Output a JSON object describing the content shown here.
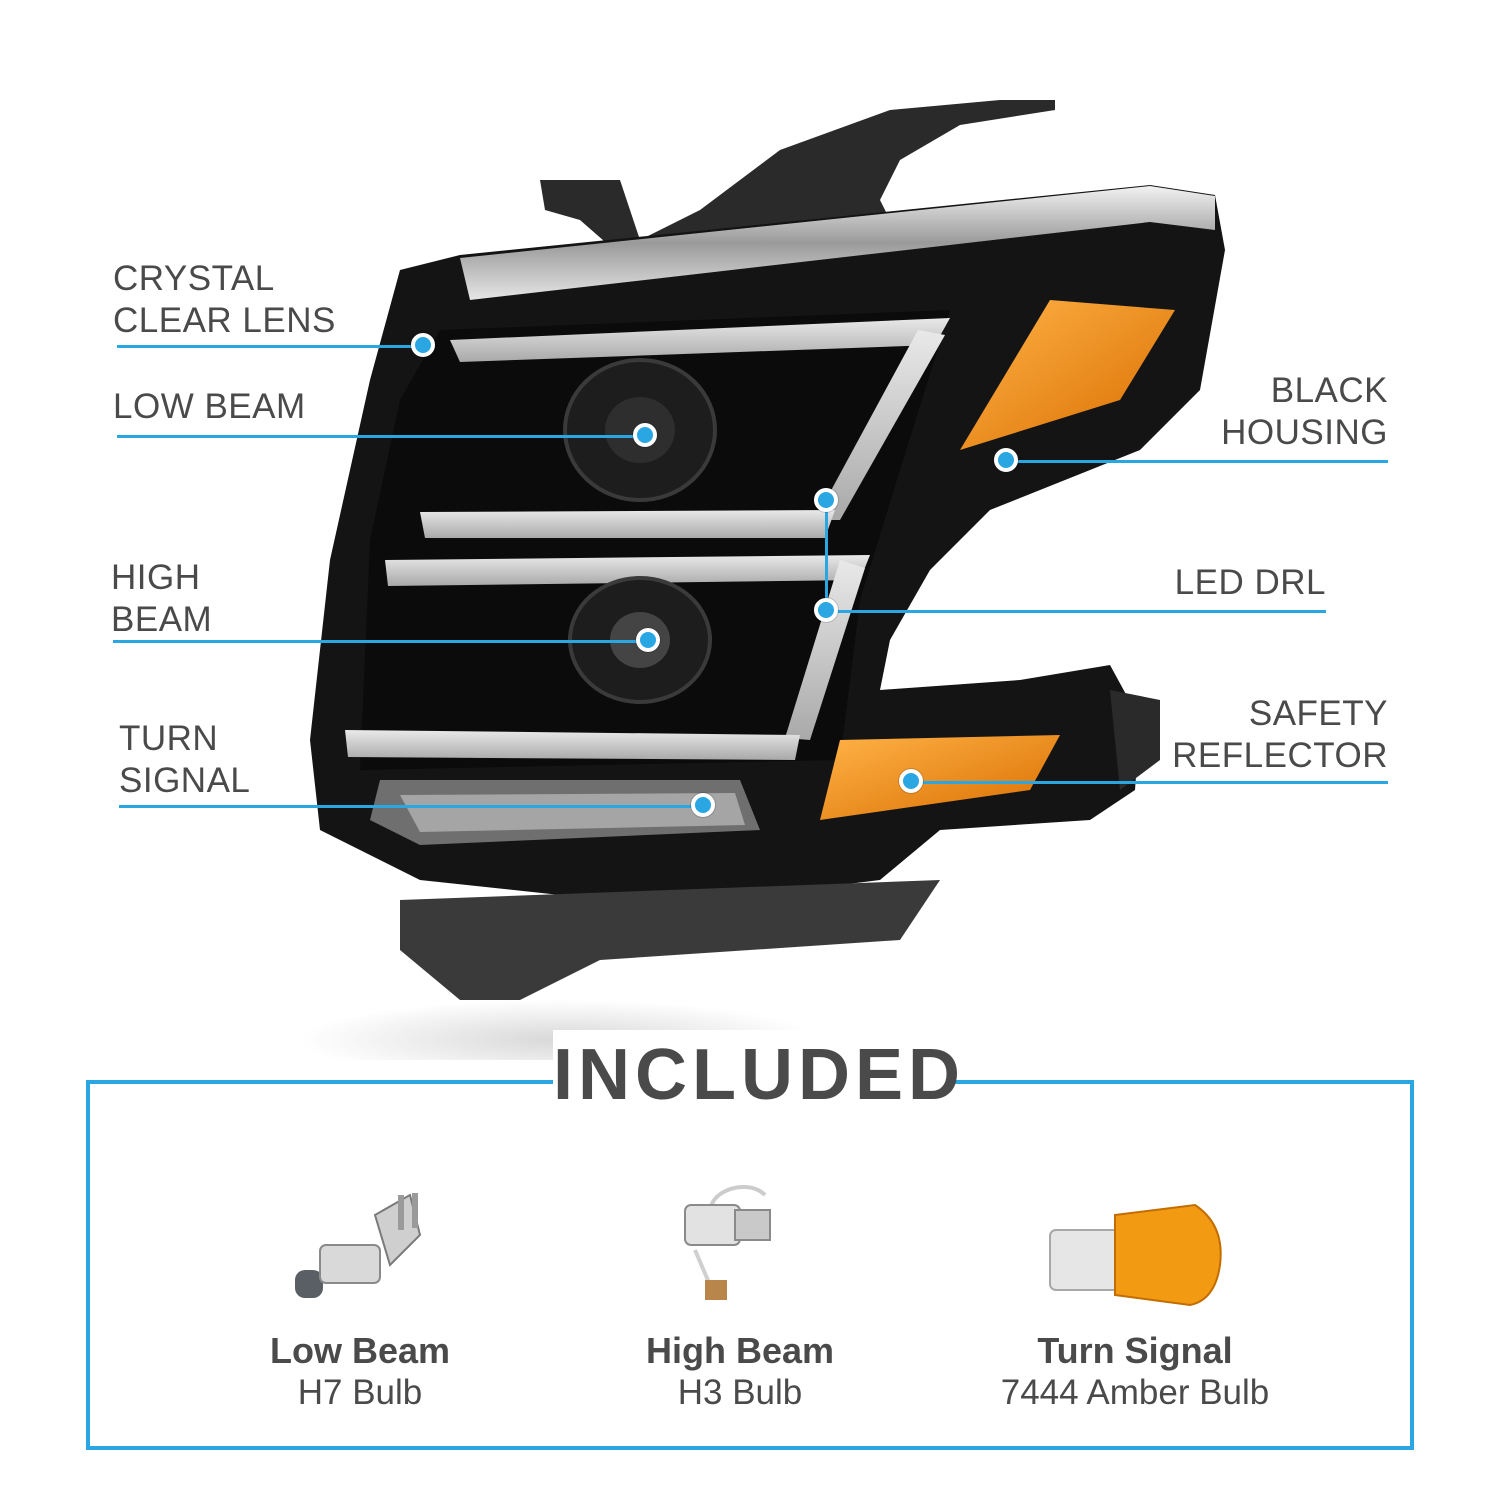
{
  "callouts": {
    "crystal_clear_lens": [
      "CRYSTAL",
      "CLEAR LENS"
    ],
    "low_beam": [
      "LOW BEAM"
    ],
    "high_beam": [
      "HIGH",
      "BEAM"
    ],
    "turn_signal": [
      "TURN",
      "SIGNAL"
    ],
    "black_housing": [
      "BLACK",
      "HOUSING"
    ],
    "led_drl": [
      "LED DRL"
    ],
    "safety_reflector": [
      "SAFETY",
      "REFLECTOR"
    ]
  },
  "included": {
    "title": "INCLUDED",
    "items": [
      {
        "name": "Low Beam",
        "bulb": "H7 Bulb",
        "icon": "h7-bulb-icon"
      },
      {
        "name": "High Beam",
        "bulb": "H3 Bulb",
        "icon": "h3-bulb-icon"
      },
      {
        "name": "Turn Signal",
        "bulb": "7444 Amber Bulb",
        "icon": "amber-bulb-icon"
      }
    ]
  },
  "colors": {
    "accent": "#2aa6e3",
    "text": "#4a4a4a",
    "housing": "#111111",
    "amber": "#f08a14"
  }
}
